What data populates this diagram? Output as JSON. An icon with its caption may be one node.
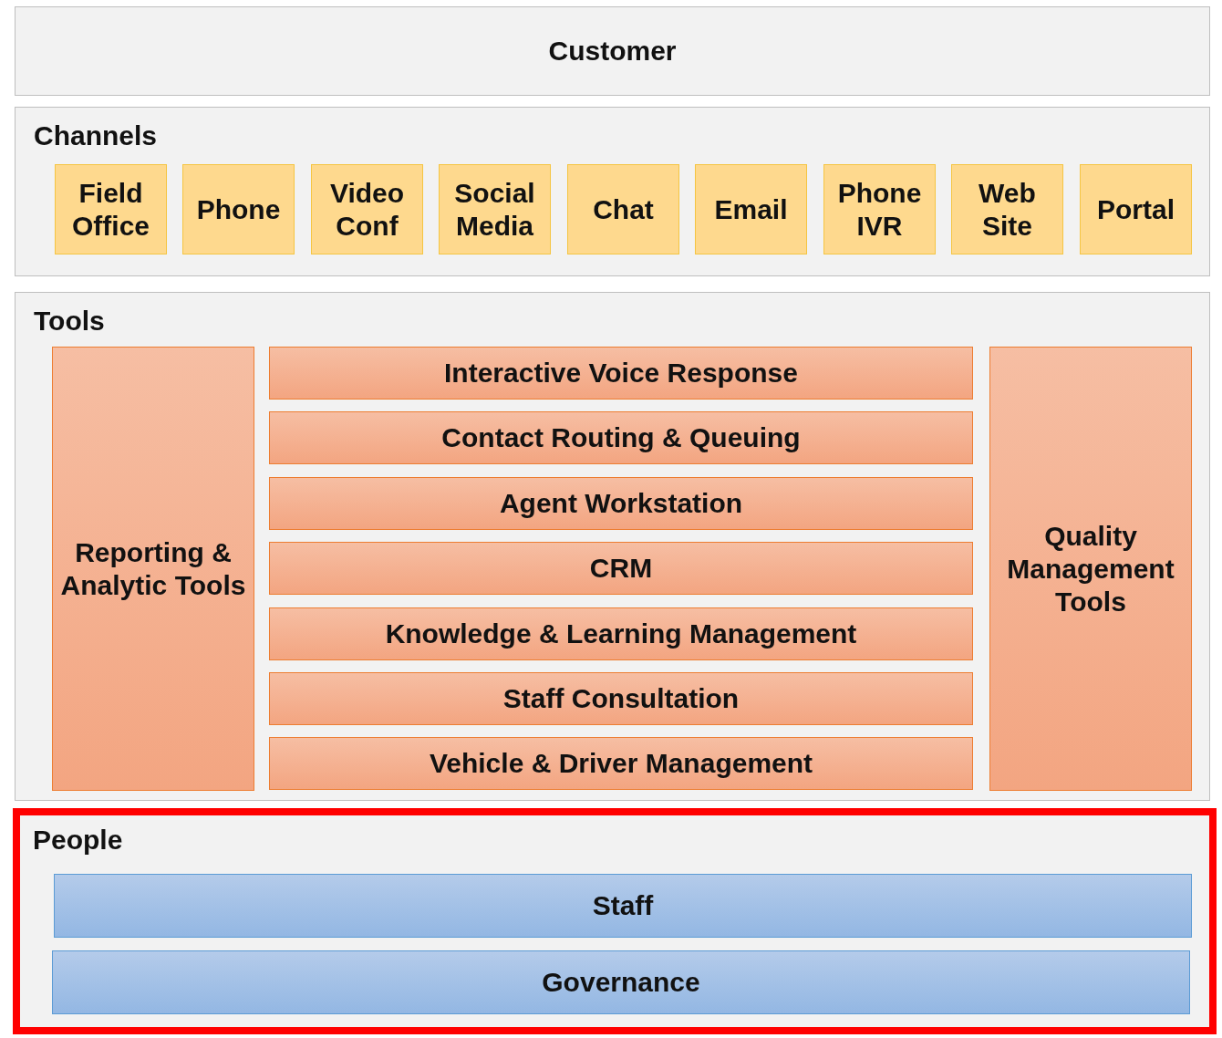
{
  "diagram": {
    "nodes": [
      {
        "text": [
          "Customer"
        ]
      },
      {
        "text": [
          "Channels"
        ]
      },
      {
        "text": [
          "Field Office"
        ],
        "in": 1
      },
      {
        "text": [
          "Phone"
        ],
        "in": 1
      },
      {
        "text": [
          "Video Conf"
        ],
        "in": 1
      },
      {
        "text": [
          "Social Media"
        ],
        "in": 1
      },
      {
        "text": [
          "Chat"
        ],
        "in": 1
      },
      {
        "text": [
          "Email"
        ],
        "in": 1
      },
      {
        "text": [
          "Phone IVR"
        ],
        "in": 1
      },
      {
        "text": [
          "Web Site"
        ],
        "in": 1
      },
      {
        "text": [
          "Portal"
        ],
        "in": 1
      },
      {
        "text": [
          "Tools"
        ]
      },
      {
        "text": [
          "Reporting & Analytic Tools"
        ],
        "in": 11
      },
      {
        "text": [
          "Interactive Voice Response"
        ],
        "in": 11
      },
      {
        "text": [
          "Contact Routing & Queuing"
        ],
        "in": 11
      },
      {
        "text": [
          "Agent Workstation"
        ],
        "in": 11
      },
      {
        "text": [
          "CRM"
        ],
        "in": 11
      },
      {
        "text": [
          "Knowledge & Learning Management"
        ],
        "in": 11
      },
      {
        "text": [
          "Staff Consultation"
        ],
        "in": 11
      },
      {
        "text": [
          "Vehicle & Driver Management"
        ],
        "in": 11
      },
      {
        "text": [
          "Quality Management Tools"
        ],
        "in": 11
      },
      {
        "text": [
          "People"
        ]
      },
      {
        "text": [
          "Staff"
        ],
        "in": 21
      },
      {
        "text": [
          "Governance"
        ],
        "in": 21
      }
    ]
  }
}
